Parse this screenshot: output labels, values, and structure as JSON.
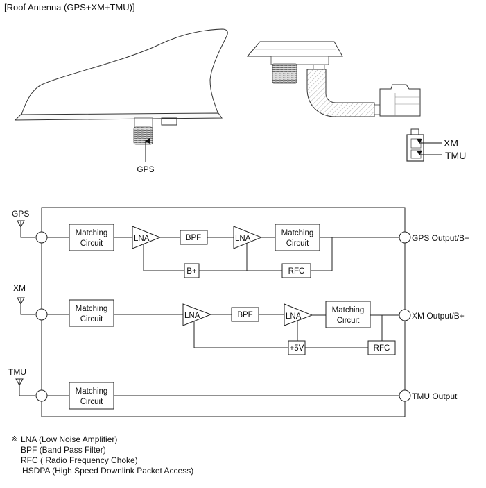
{
  "title": "[Roof Antenna (GPS+XM+TMU)]",
  "illustration": {
    "gps_connector_label": "GPS",
    "connector_pins": [
      {
        "label": "XM"
      },
      {
        "label": "TMU"
      }
    ]
  },
  "block_diagram": {
    "channels": [
      {
        "id": "gps",
        "input_label": "GPS",
        "output_label": "GPS Output/B+",
        "blocks": [
          "Matching Circuit",
          "LNA",
          "BPF",
          "LNA",
          "Matching Circuit"
        ],
        "bias_blocks": [
          "B+",
          "RFC"
        ]
      },
      {
        "id": "xm",
        "input_label": "XM",
        "output_label": "XM Output/B+",
        "blocks": [
          "Matching Circuit",
          "LNA",
          "BPF",
          "LNA",
          "Matching Circuit"
        ],
        "bias_blocks": [
          "+5V",
          "RFC"
        ]
      },
      {
        "id": "tmu",
        "input_label": "TMU",
        "output_label": "TMU Output",
        "blocks": [
          "Matching Circuit"
        ],
        "bias_blocks": []
      }
    ],
    "labels": {
      "matching_line1": "Matching",
      "matching_line2": "Circuit",
      "lna": "LNA",
      "bpf": "BPF",
      "b_plus": "B+",
      "rfc": "RFC",
      "plus5v": "+5V"
    }
  },
  "notes": {
    "mark": "※",
    "items": [
      "LNA (Low Noise Amplifier)",
      "BPF (Band Pass Filter)",
      "RFC ( Radio Frequency Choke)",
      "HSDPA (High Speed Downlink Packet Access)"
    ]
  }
}
